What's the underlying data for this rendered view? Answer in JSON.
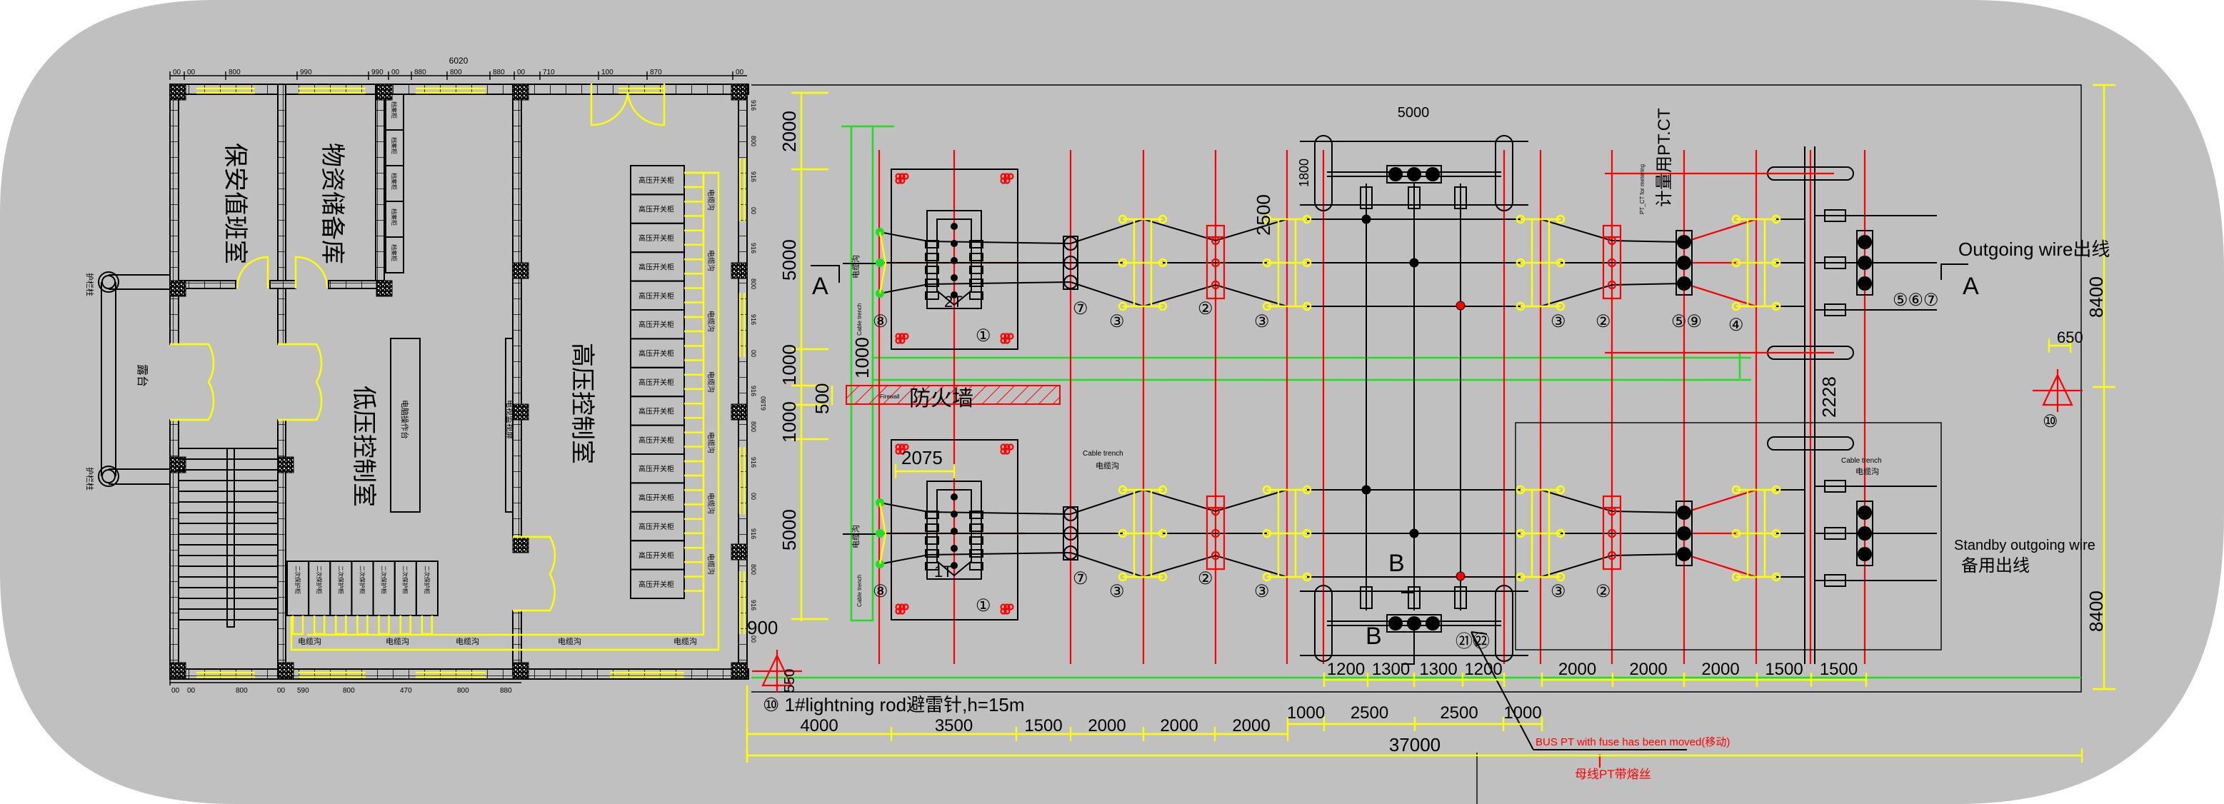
{
  "colors": {
    "background": "#c0c0c0",
    "yellow": "#ffff00",
    "red": "#ff0000",
    "green": "#22dd22",
    "black": "#000000"
  },
  "building": {
    "overall_dim": "6020",
    "top_dims": [
      "00",
      "00",
      "800",
      "990",
      "990",
      "00",
      "880",
      "800",
      "880",
      "00",
      "710",
      "100",
      "870",
      "00"
    ],
    "bottom_dims": [
      "00",
      "00",
      "800",
      "00",
      "590",
      "800",
      "470",
      "800",
      "880"
    ],
    "right_dims": [
      "916",
      "800",
      "916",
      "00",
      "916",
      "800",
      "916",
      "00",
      "916",
      "800",
      "916",
      "00",
      "916",
      "800",
      "916",
      "00"
    ],
    "rooms": {
      "guard": "保安值班室",
      "storage": "物资储备库",
      "lv_control": "低压控制室",
      "hv_control": "高压控制室",
      "terrace": "露台"
    },
    "column_label": "护栏柱",
    "cabinet_label": "档案柜",
    "cabinet_count": 5,
    "hv_panel_label": "高压开关柜",
    "hv_panel_count": 15,
    "secondary_panel_label": "二次保护柜",
    "secondary_panel_count": 7,
    "console_label": "电脑操作台",
    "tv_label": "电视监视屏",
    "trench_label": "电缆沟",
    "building_side_dim": "6180"
  },
  "yard": {
    "left_dims": [
      "2000",
      "5000",
      "1000",
      "500",
      "1000",
      "5000"
    ],
    "trench_label": "电缆沟",
    "trench_label_en": "Cable trench",
    "firewall_label": "防火墙",
    "firewall_label_en": "Firewall",
    "transformer_top": "2T",
    "transformer_bottom": "1T",
    "dim_2075": "2075",
    "dim_1000_inner": "1000",
    "dim_2500": "2500",
    "dim_1800": "1800",
    "dim_5000_bus": "5000",
    "dim_2228": "2228",
    "dim_650": "650",
    "dim_900": "900",
    "dim_550": "550",
    "right_dims": [
      "8400",
      "8400"
    ],
    "section_a": "A",
    "section_b": "B",
    "pt_ct_label": "计量用PT.CT",
    "pt_ct_label_en": "PT_CT for metering",
    "outgoing_label": "Outgoing wire出线",
    "standby_label_en": "Standby outgoing wire",
    "standby_label_cn": "备用出线",
    "callouts_top": [
      "⑧",
      "①",
      "⑦",
      "③",
      "②",
      "③",
      "③",
      "②",
      "⑤⑨",
      "④",
      "⑤⑥⑦"
    ],
    "callouts_bottom": [
      "⑧",
      "①",
      "⑦",
      "③",
      "②",
      "③",
      "③",
      "②"
    ],
    "callout_bus": "㉑㉒",
    "callout_lightning": "⑩",
    "lightning_note": "⑩ 1#lightning rod避雷针,h=15m",
    "bus_spacing_dims": [
      "1200",
      "1300",
      "1300",
      "1200"
    ],
    "outgoing_spacing_dims": [
      "2000",
      "2000",
      "2000",
      "1500",
      "1500"
    ],
    "dims_row_mid": [
      "1000",
      "2500",
      "2500",
      "1000"
    ],
    "dims_row_low": [
      "4000",
      "3500",
      "1500",
      "2000",
      "2000",
      "2000"
    ],
    "total_dim": "37000",
    "note_en": "BUS PT with fuse has been moved(移动)",
    "note_cn": "母线PT带熔丝"
  }
}
